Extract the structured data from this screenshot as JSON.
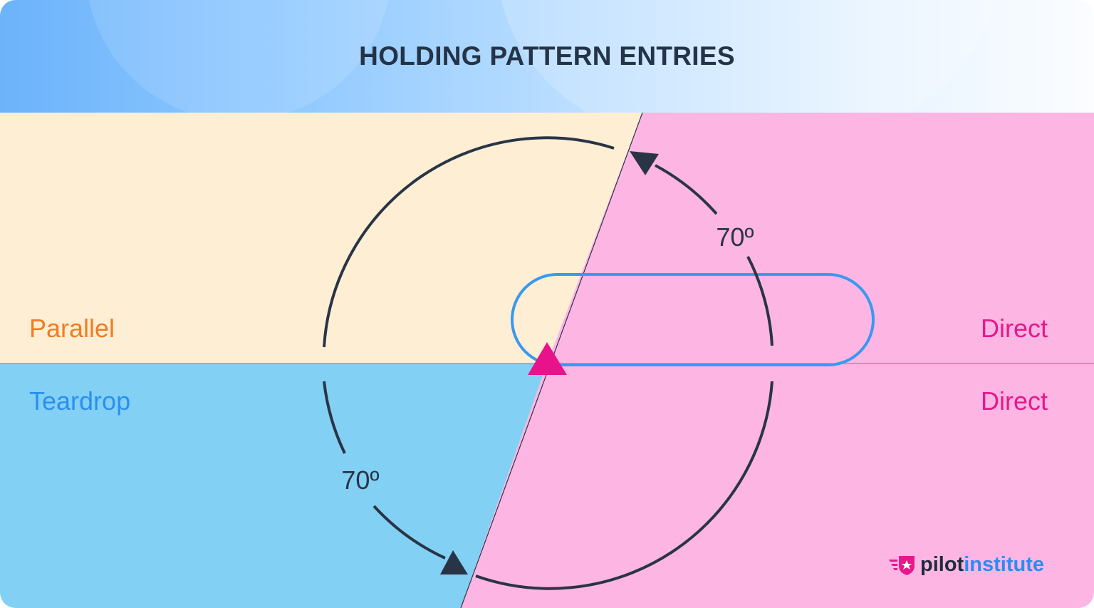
{
  "title": "HOLDING PATTERN ENTRIES",
  "sectors": {
    "parallel": "Parallel",
    "teardrop": "Teardrop",
    "direct_upper": "Direct",
    "direct_lower": "Direct"
  },
  "angles": {
    "upper": "70º",
    "lower": "70º"
  },
  "logo": {
    "part1": "pilot",
    "part2": "institute"
  },
  "colors": {
    "parallel_sector": "#feefd4",
    "teardrop_sector": "#82d0f4",
    "direct_sector": "#fdb6e4",
    "parallel_text": "#f47b20",
    "teardrop_text": "#2b8ff0",
    "direct_text": "#e8188a",
    "holding_pattern": "#3a98f0",
    "arcs": "#2a3447",
    "fix_marker": "#e8128a"
  }
}
